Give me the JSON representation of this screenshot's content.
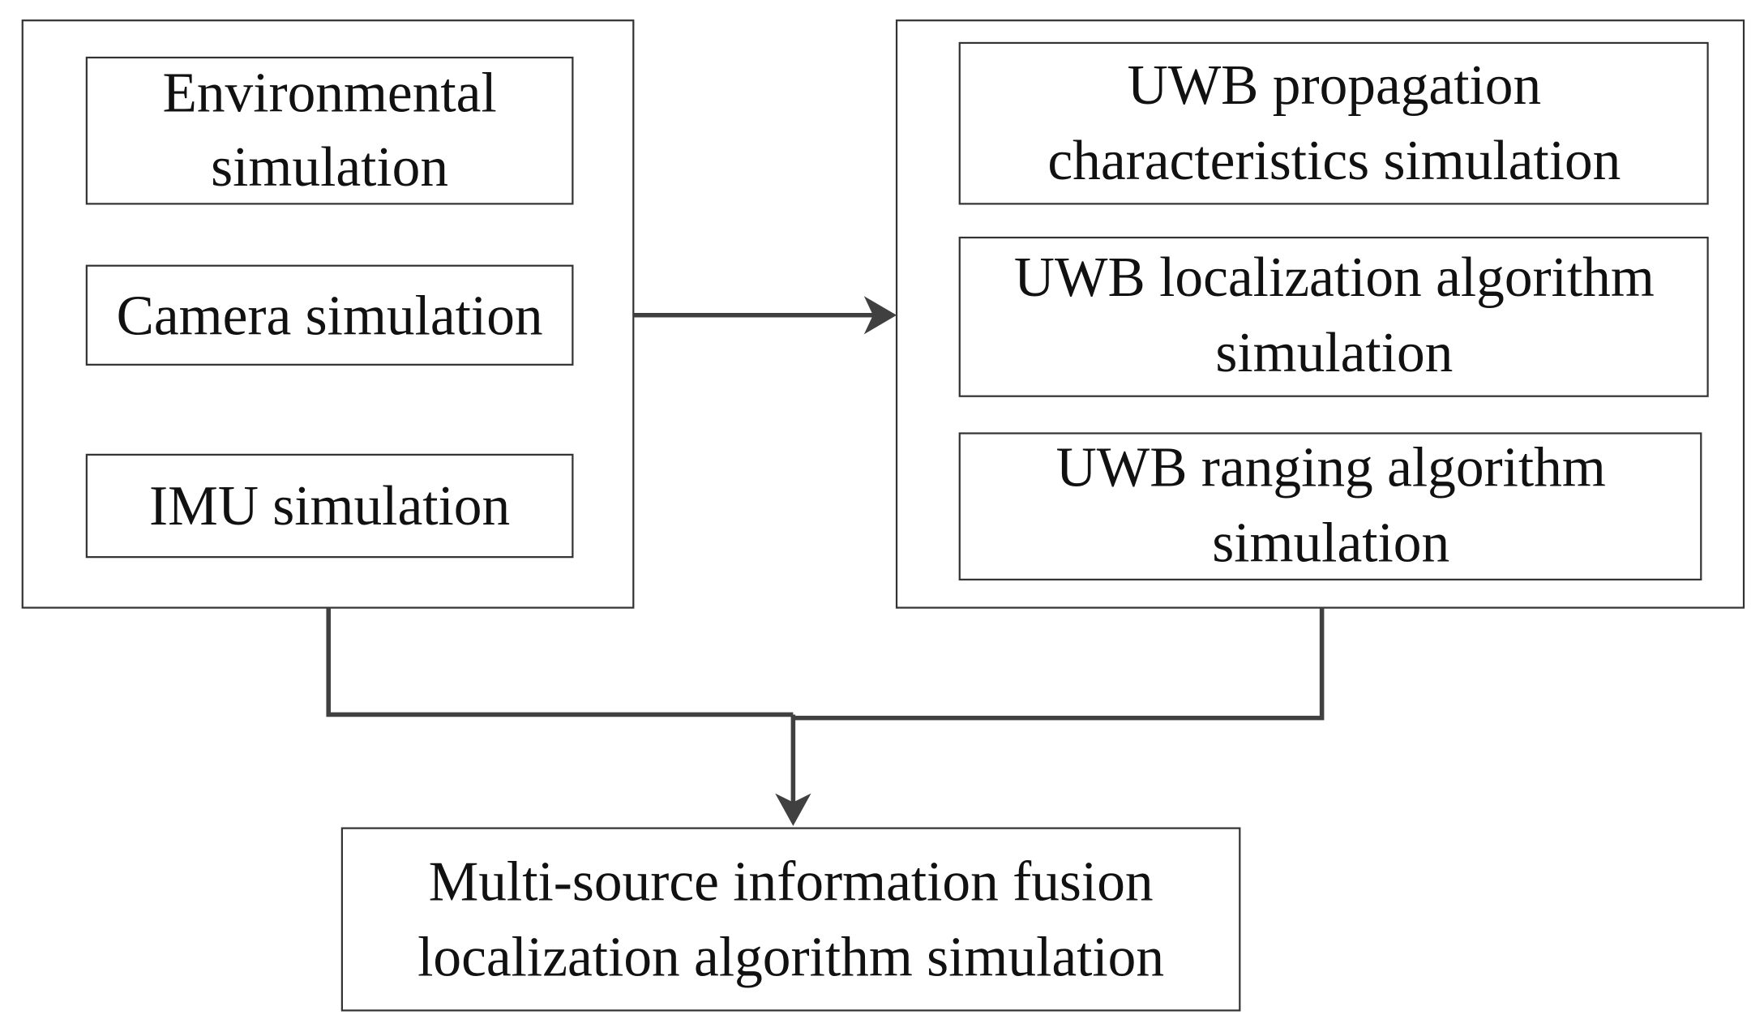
{
  "colors": {
    "line": "#404040",
    "box_border": "#333333",
    "text": "#111111",
    "background": "#ffffff"
  },
  "left_group": {
    "items": [
      {
        "lines": [
          "Environmental",
          "simulation"
        ]
      },
      {
        "lines": [
          "Camera simulation"
        ]
      },
      {
        "lines": [
          "IMU simulation"
        ]
      }
    ]
  },
  "right_group": {
    "items": [
      {
        "lines": [
          "UWB propagation",
          "characteristics simulation"
        ]
      },
      {
        "lines": [
          "UWB localization algorithm",
          "simulation"
        ]
      },
      {
        "lines": [
          "UWB ranging algorithm",
          "simulation"
        ]
      }
    ]
  },
  "output_box": {
    "lines": [
      "Multi-source information fusion",
      "localization algorithm simulation"
    ]
  }
}
